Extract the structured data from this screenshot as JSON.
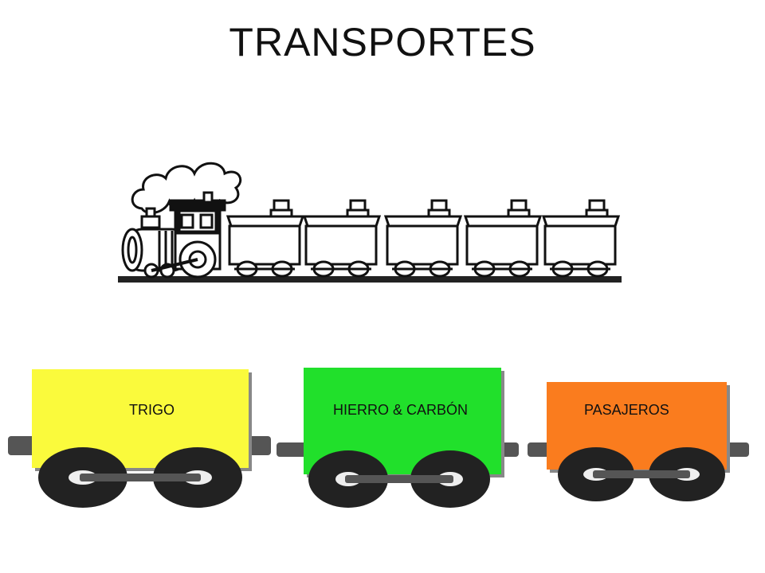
{
  "title": "TRANSPORTES",
  "train_icon": "steam-locomotive-outline-with-five-cars",
  "wagons": [
    {
      "label": "TRIGO",
      "color": "#fafa3c"
    },
    {
      "label": "HIERRO & CARBÓN",
      "color": "#21e02b"
    },
    {
      "label": "PASAJEROS",
      "color": "#fa7c1e"
    }
  ]
}
